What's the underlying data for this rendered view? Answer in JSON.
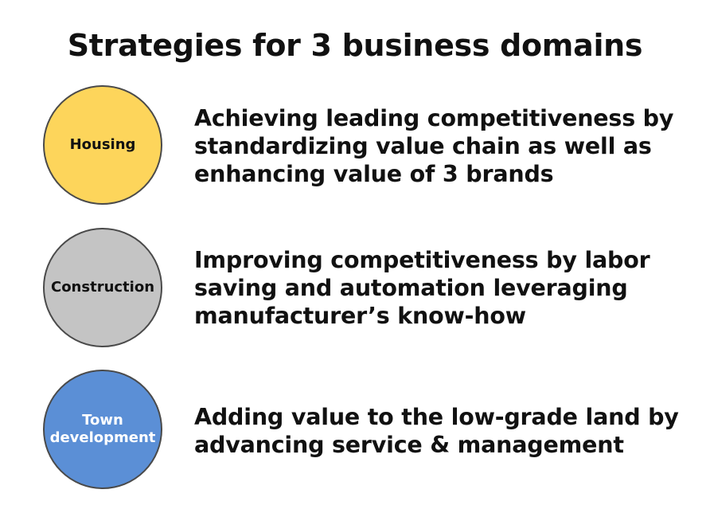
{
  "title": "Strategies for 3 business domains",
  "domains": [
    {
      "label_lines": [
        "Housing"
      ],
      "fill": "#fdd55b",
      "text_color": "#111111",
      "description_lines": [
        "Achieving leading competitiveness by",
        "standardizing value chain as well as",
        "enhancing value of 3 brands"
      ]
    },
    {
      "label_lines": [
        "Construction"
      ],
      "fill": "#c4c4c4",
      "text_color": "#111111",
      "description_lines": [
        "Improving competitiveness by labor",
        "saving and automation leveraging",
        "manufacturer’s know-how"
      ]
    },
    {
      "label_lines": [
        "Town",
        "development"
      ],
      "fill": "#5b8fd6",
      "text_color": "#ffffff",
      "description_lines": [
        "Adding value to the low-grade land by",
        "advancing service & management"
      ]
    }
  ]
}
